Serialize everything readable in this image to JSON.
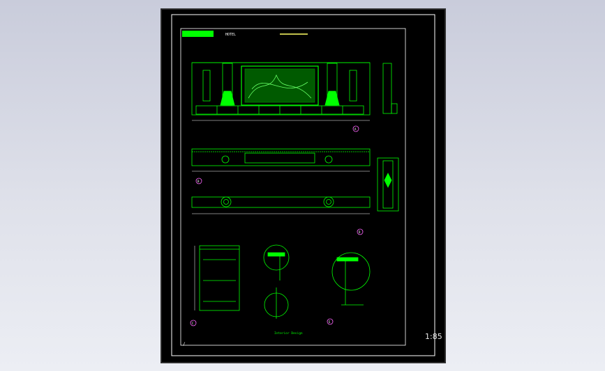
{
  "viewport": {
    "background": "#000000",
    "line_color": "#00ff00",
    "scale": "1:85"
  },
  "title_block": {
    "hotel": "HOTEL",
    "interior_design": "Interior Design"
  },
  "sections": {
    "elevation_a": "A",
    "section_b": "B",
    "section_c": "C",
    "detail_d": "D",
    "detail_e": "E"
  },
  "bottom_marker": "/"
}
